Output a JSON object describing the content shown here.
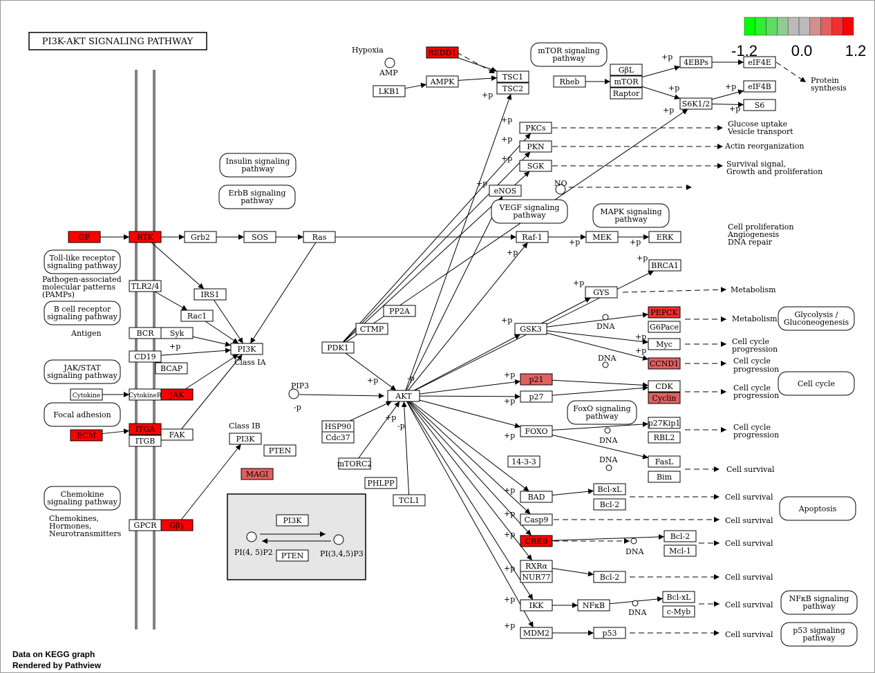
{
  "title": "PI3K-AKT SIGNALING PATHWAY",
  "legend": {
    "min": "-1.2",
    "mid": "0.0",
    "max": "1.2",
    "colors": [
      "#00ff00",
      "#30ee30",
      "#60dd60",
      "#90cc90",
      "#bbbbbb",
      "#bbbbbb",
      "#d09090",
      "#e06060",
      "#f03030",
      "#ff0000"
    ]
  },
  "footer": {
    "line1": "Data on KEGG graph",
    "line2": "Rendered by Pathview"
  },
  "phospho": "+p",
  "dephospho": "-p",
  "nodes": {
    "GF": {
      "label": "GF",
      "fill": "#ff0000"
    },
    "RTK": {
      "label": "RTK",
      "fill": "#ff0000"
    },
    "Grb2": {
      "label": "Grb2",
      "fill": "#ffffff"
    },
    "SOS": {
      "label": "SOS",
      "fill": "#ffffff"
    },
    "Ras": {
      "label": "Ras",
      "fill": "#ffffff"
    },
    "Raf1": {
      "label": "Raf-1",
      "fill": "#ffffff"
    },
    "MEK": {
      "label": "MEK",
      "fill": "#ffffff"
    },
    "ERK": {
      "label": "ERK",
      "fill": "#ffffff"
    },
    "BRCA1": {
      "label": "BRCA1",
      "fill": "#ffffff"
    },
    "TLR": {
      "label": "TLR2/4",
      "fill": "#ffffff"
    },
    "IRS1": {
      "label": "IRS1",
      "fill": "#ffffff"
    },
    "Rac1": {
      "label": "Rac1",
      "fill": "#ffffff"
    },
    "BCR": {
      "label": "BCR",
      "fill": "#ffffff"
    },
    "Syk": {
      "label": "Syk",
      "fill": "#ffffff"
    },
    "CD19": {
      "label": "CD19",
      "fill": "#ffffff"
    },
    "BCAP": {
      "label": "BCAP",
      "fill": "#ffffff"
    },
    "PI3K_IA": {
      "label": "PI3K",
      "fill": "#ffffff"
    },
    "Cytokine": {
      "label": "Cytokine",
      "fill": "#ffffff"
    },
    "CytokineR": {
      "label": "CytokineR",
      "fill": "#ffffff"
    },
    "JAK": {
      "label": "JAK",
      "fill": "#ff0000"
    },
    "ITGA": {
      "label": "ITGA",
      "fill": "#ff0000"
    },
    "ITGB": {
      "label": "ITGB",
      "fill": "#ffffff"
    },
    "FAK": {
      "label": "FAK",
      "fill": "#ffffff"
    },
    "ECM": {
      "label": "ECM",
      "fill": "#ff0000"
    },
    "GPCR": {
      "label": "GPCR",
      "fill": "#ffffff"
    },
    "Gby": {
      "label": "Gβγ",
      "fill": "#ff0000"
    },
    "PI3K_IB": {
      "label": "PI3K",
      "fill": "#ffffff"
    },
    "PTEN": {
      "label": "PTEN",
      "fill": "#ffffff"
    },
    "MAGI": {
      "label": "MAGI",
      "fill": "#e06060"
    },
    "PDK1": {
      "label": "PDK1",
      "fill": "#ffffff"
    },
    "CTMP": {
      "label": "CTMP",
      "fill": "#ffffff"
    },
    "PP2A": {
      "label": "PP2A",
      "fill": "#ffffff"
    },
    "AKT": {
      "label": "AKT",
      "fill": "#ffffff"
    },
    "HSP90": {
      "label": "HSP90",
      "fill": "#ffffff"
    },
    "Cdc37": {
      "label": "Cdc37",
      "fill": "#ffffff"
    },
    "mTORC2": {
      "label": "mTORC2",
      "fill": "#ffffff"
    },
    "PHLPP": {
      "label": "PHLPP",
      "fill": "#ffffff"
    },
    "TCL1": {
      "label": "TCL1",
      "fill": "#ffffff"
    },
    "REDD1": {
      "label": "REDD1",
      "fill": "#ff0000"
    },
    "AMPK": {
      "label": "AMPK",
      "fill": "#ffffff"
    },
    "LKB1": {
      "label": "LKB1",
      "fill": "#ffffff"
    },
    "TSC1": {
      "label": "TSC1",
      "fill": "#ffffff"
    },
    "TSC2": {
      "label": "TSC2",
      "fill": "#ffffff"
    },
    "Rheb": {
      "label": "Rheb",
      "fill": "#ffffff"
    },
    "GbL": {
      "label": "GβL",
      "fill": "#ffffff"
    },
    "mTOR": {
      "label": "mTOR",
      "fill": "#ffffff"
    },
    "Raptor": {
      "label": "Raptor",
      "fill": "#ffffff"
    },
    "EBP4": {
      "label": "4EBPs",
      "fill": "#ffffff"
    },
    "eIF4E": {
      "label": "eIF4E",
      "fill": "#ffffff"
    },
    "eIF4B": {
      "label": "eIF4B",
      "fill": "#ffffff"
    },
    "S6K": {
      "label": "S6K1/2",
      "fill": "#ffffff"
    },
    "S6": {
      "label": "S6",
      "fill": "#ffffff"
    },
    "PKCs": {
      "label": "PKCs",
      "fill": "#ffffff"
    },
    "PKN": {
      "label": "PKN",
      "fill": "#ffffff"
    },
    "SGK": {
      "label": "SGK",
      "fill": "#ffffff"
    },
    "eNOS": {
      "label": "eNOS",
      "fill": "#ffffff"
    },
    "GYS": {
      "label": "GYS",
      "fill": "#ffffff"
    },
    "GSK3": {
      "label": "GSK3",
      "fill": "#ffffff"
    },
    "PEPCK": {
      "label": "PEPCK",
      "fill": "#f03030"
    },
    "G6Pace": {
      "label": "G6Pace",
      "fill": "#ffffff"
    },
    "Myc": {
      "label": "Myc",
      "fill": "#ffffff"
    },
    "CCND1": {
      "label": "CCND1",
      "fill": "#e06060"
    },
    "p21": {
      "label": "p21",
      "fill": "#e06060"
    },
    "p27": {
      "label": "p27",
      "fill": "#ffffff"
    },
    "CDK": {
      "label": "CDK",
      "fill": "#ffffff"
    },
    "Cyclin": {
      "label": "Cyclin",
      "fill": "#e06060"
    },
    "p27Kip1": {
      "label": "p27Kip1",
      "fill": "#ffffff"
    },
    "RBL2": {
      "label": "RBL2",
      "fill": "#ffffff"
    },
    "FOXO": {
      "label": "FOXO",
      "fill": "#ffffff"
    },
    "p1433": {
      "label": "14-3-3",
      "fill": "#ffffff"
    },
    "FasL": {
      "label": "FasL",
      "fill": "#ffffff"
    },
    "Bim": {
      "label": "Bim",
      "fill": "#ffffff"
    },
    "BAD": {
      "label": "BAD",
      "fill": "#ffffff"
    },
    "BclxLa": {
      "label": "Bcl-xL",
      "fill": "#ffffff"
    },
    "Bcl2a": {
      "label": "Bcl-2",
      "fill": "#ffffff"
    },
    "Casp9": {
      "label": "Casp9",
      "fill": "#ffffff"
    },
    "CREB": {
      "label": "CREB",
      "fill": "#ff0000"
    },
    "Bcl2b": {
      "label": "Bcl-2",
      "fill": "#ffffff"
    },
    "Mcl1": {
      "label": "Mcl-1",
      "fill": "#ffffff"
    },
    "RXRa": {
      "label": "RXRα",
      "fill": "#ffffff"
    },
    "NUR77": {
      "label": "NUR77",
      "fill": "#ffffff"
    },
    "Bcl2c": {
      "label": "Bcl-2",
      "fill": "#ffffff"
    },
    "IKK": {
      "label": "IKK",
      "fill": "#ffffff"
    },
    "NFkB": {
      "label": "NFκB",
      "fill": "#ffffff"
    },
    "BclxLb": {
      "label": "Bcl-xL",
      "fill": "#ffffff"
    },
    "cMyb": {
      "label": "c-Myb",
      "fill": "#ffffff"
    },
    "MDM2": {
      "label": "MDM2",
      "fill": "#ffffff"
    },
    "p53": {
      "label": "p53",
      "fill": "#ffffff"
    },
    "PI3K_box": {
      "label": "PI3K",
      "fill": "#ffffff"
    },
    "PTEN_box": {
      "label": "PTEN",
      "fill": "#ffffff"
    }
  },
  "maps": {
    "insulin": [
      "Insulin signaling",
      "pathway"
    ],
    "erbb": [
      "ErbB signaling",
      "pathway"
    ],
    "toll": [
      "Toll-like receptor",
      "signaling pathway"
    ],
    "bcell": [
      "B cell receptor",
      "signaling pathway"
    ],
    "jakstat": [
      "JAK/STAT",
      "signaling pathway"
    ],
    "focal": [
      "Focal adhesion",
      ""
    ],
    "chemokine": [
      "Chemokine",
      "signaling pathway"
    ],
    "mtor": [
      "mTOR signaling",
      "pathway"
    ],
    "vegf": [
      "VEGF signaling",
      "pathway"
    ],
    "mapk": [
      "MAPK signaling",
      "pathway"
    ],
    "foxo": [
      "FoxO signaling",
      "pathway"
    ],
    "glyco": [
      "Glycolysis /",
      "Gluconeogenesis"
    ],
    "cellcycle": [
      "Cell cycle",
      ""
    ],
    "apoptosis": [
      "Apoptosis",
      ""
    ],
    "nfkb": [
      "NFκB signaling",
      "pathway"
    ],
    "p53": [
      "p53 signaling",
      "pathway"
    ]
  },
  "labels": {
    "hypoxia": "Hypoxia",
    "amp": "AMP",
    "protein1": "Protein",
    "protein2": "synthesis",
    "glucose1": "Glucose uptake",
    "glucose2": "Vesicle transport",
    "actin": "Actin reorganization",
    "surv1": "Survival signal,",
    "surv2": "Growth and proliferation",
    "no": "NO",
    "prolif1": "Cell proliferation",
    "prolif2": "Angiogenesis",
    "prolif3": "DNA repair",
    "pamp1": "Pathogen-associated",
    "pamp2": "molecular patterns",
    "pamp3": "(PAMPs)",
    "antigen": "Antigen",
    "classIA": "Class IA",
    "classIB": "Class IB",
    "pip3": "PIP3",
    "chemo1": "Chemokines,",
    "chemo2": "Hormones,",
    "chemo3": "Neurotransmitters",
    "pi45": "PI(4, 5)P2",
    "pi345": "PI(3,4,5)P3",
    "metab1": "Metabolism",
    "metab2": "Metabolism",
    "cc1a": "Cell cycle",
    "cc1b": "progression",
    "cc2a": "Cell cycle",
    "cc2b": "progression",
    "cc3a": "Cell cycle",
    "cc3b": "progression",
    "cc4a": "Cell cycle",
    "cc4b": "progression",
    "dna1": "DNA",
    "dna2": "DNA",
    "dna3": "DNA",
    "dna4": "DNA",
    "dna5": "DNA",
    "dna6": "DNA",
    "cs1": "Cell survival",
    "cs2": "Cell survival",
    "cs3": "Cell survival",
    "cs4": "Cell survival",
    "cs5": "Cell survival",
    "cs6": "Cell survival",
    "cs7": "Cell survival"
  }
}
